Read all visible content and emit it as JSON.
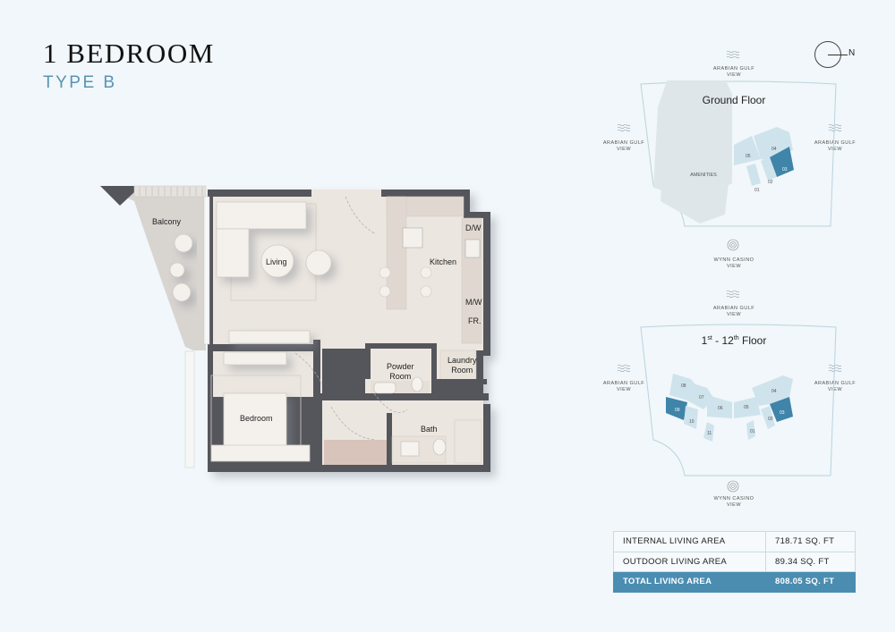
{
  "header": {
    "title": "1 BEDROOM",
    "subtitle": "TYPE B"
  },
  "floor_plan": {
    "rooms": [
      {
        "name": "balcony",
        "label": "Balcony"
      },
      {
        "name": "living",
        "label": "Living"
      },
      {
        "name": "kitchen",
        "label": "Kitchen"
      },
      {
        "name": "dishwasher",
        "label": "D/W"
      },
      {
        "name": "microwave",
        "label": "M/W"
      },
      {
        "name": "fridge",
        "label": "FR."
      },
      {
        "name": "powder-room",
        "label": "Powder\nRoom"
      },
      {
        "name": "laundry-room",
        "label": "Laundry\nRoom"
      },
      {
        "name": "bedroom",
        "label": "Bedroom"
      },
      {
        "name": "bath",
        "label": "Bath"
      }
    ]
  },
  "compass": {
    "label": "N"
  },
  "key_plans": [
    {
      "title": "Ground Floor",
      "views": {
        "top": "ARABIAN GULF\nVIEW",
        "left": "ARABIAN GULF\nVIEW",
        "right": "ARABIAN GULF\nVIEW",
        "bottom": "WYNN CASINO\nVIEW"
      },
      "units": [
        "AMENITIES",
        "01",
        "02",
        "03",
        "04",
        "05"
      ],
      "highlighted": [
        "03"
      ]
    },
    {
      "title_main": "1",
      "title_sup1": "st",
      "title_mid": " - 12",
      "title_sup2": "th",
      "title_end": " Floor",
      "views": {
        "top": "ARABIAN GULF\nVIEW",
        "left": "ARABIAN GULF\nVIEW",
        "right": "ARABIAN GULF\nVIEW",
        "bottom": "WYNN CASINO\nVIEW"
      },
      "units": [
        "01",
        "02",
        "03",
        "04",
        "05",
        "06",
        "07",
        "08",
        "09",
        "10",
        "11"
      ],
      "highlighted": [
        "03",
        "09"
      ]
    }
  ],
  "area_table": {
    "rows": [
      {
        "label": "INTERNAL LIVING AREA",
        "value": "718.71 SQ. FT"
      },
      {
        "label": "OUTDOOR LIVING AREA",
        "value": "89.34 SQ. FT"
      },
      {
        "label": "TOTAL LIVING AREA",
        "value": "808.05 SQ. FT"
      }
    ]
  },
  "colors": {
    "background": "#f1f7fa",
    "accent": "#5a93b3",
    "highlight_unit": "#3f84a9",
    "unit_fill": "#cfe3ec",
    "amenities_fill": "#dfe6ea",
    "wall": "#4a4a50",
    "floor": "#ece6e0"
  }
}
